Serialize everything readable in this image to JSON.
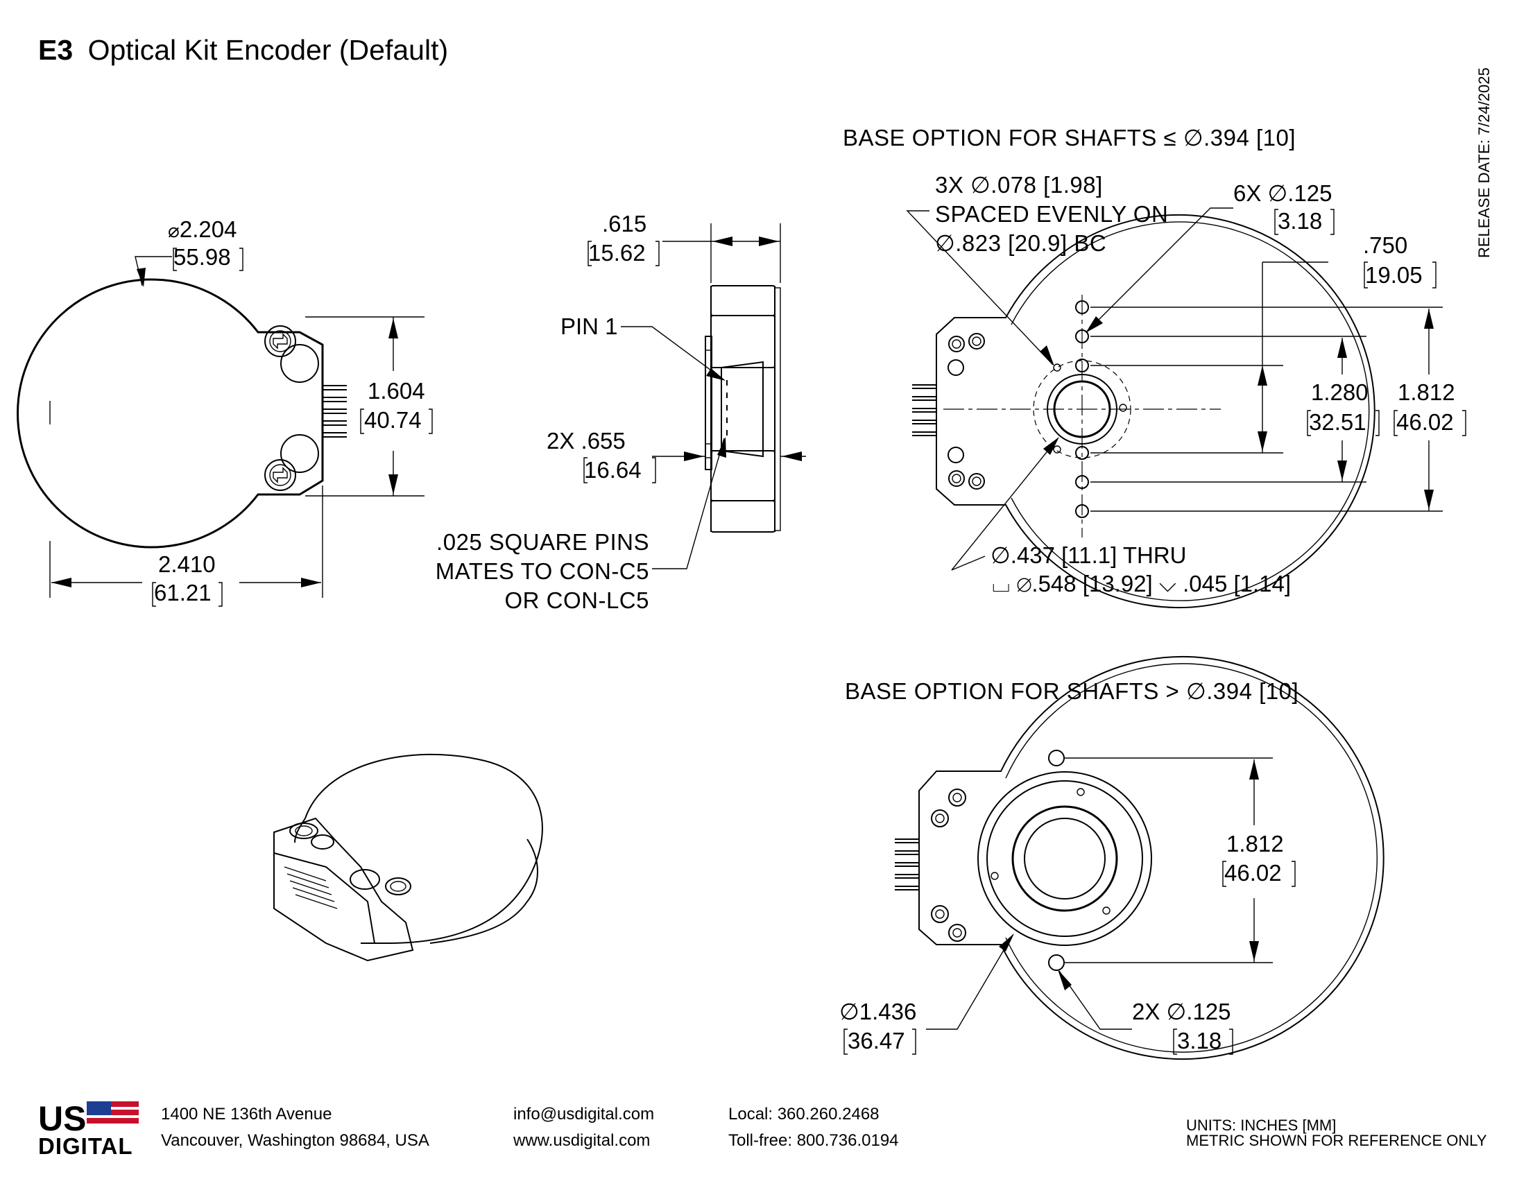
{
  "title": {
    "bold": "E3",
    "rest": "Optical Kit Encoder (Default)"
  },
  "release_date": "RELEASE DATE: 7/24/2025",
  "front_view": {
    "diameter": "2.204",
    "diameter_mm": "55.98",
    "height": "1.604",
    "height_mm": "40.74",
    "width": "2.410",
    "width_mm": "61.21"
  },
  "side_view": {
    "thickness": ".615",
    "thickness_mm": "15.62",
    "pin1": "PIN 1",
    "pin_height": "2X  .655",
    "pin_height_mm": "16.64",
    "pins_note": [
      ".025 SQUARE PINS",
      "MATES TO CON-C5",
      "OR CON-LC5"
    ]
  },
  "base_small": {
    "heading": "BASE OPTION FOR SHAFTS ≤ ∅.394 [10]",
    "holes_note": [
      "3X ∅.078 [1.98]",
      "SPACED EVENLY ON",
      "∅.823 [20.9] BC"
    ],
    "six_holes": "6X ∅.125",
    "six_holes_mm": "3.18",
    "spacing_a": ".750",
    "spacing_a_mm": "19.05",
    "spacing_b": "1.280",
    "spacing_b_mm": "32.51",
    "spacing_c": "1.812",
    "spacing_c_mm": "46.02",
    "bore_line1": "∅.437 [11.1] THRU",
    "bore_line2": "⌴ ∅.548 [13.92] ⌵ .045 [1.14]"
  },
  "base_large": {
    "heading": "BASE OPTION FOR SHAFTS > ∅.394 [10]",
    "spacing": "1.812",
    "spacing_mm": "46.02",
    "diameter": "∅1.436",
    "diameter_mm": "36.47",
    "holes": "2X ∅.125",
    "holes_mm": "3.18"
  },
  "footer": {
    "logo_top": "US",
    "logo_bottom": "DIGITAL",
    "address_1": "1400 NE 136th Avenue",
    "address_2": "Vancouver, Washington 98684, USA",
    "email": "info@usdigital.com",
    "website": "www.usdigital.com",
    "local": "Local: 360.260.2468",
    "tollfree": "Toll-free: 800.736.0194",
    "units": "UNITS: INCHES [MM]",
    "metric_note": "METRIC SHOWN FOR REFERENCE ONLY"
  },
  "colors": {
    "ink": "#000000",
    "paper": "#ffffff",
    "logo_red": "#c8102e",
    "logo_blue": "#1c3f94"
  }
}
